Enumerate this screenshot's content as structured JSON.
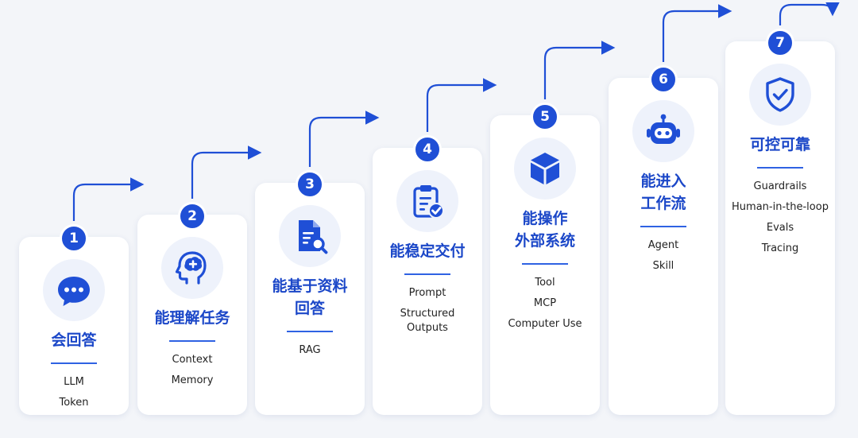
{
  "steps": [
    {
      "number": "1",
      "title": "会回答",
      "icon": "chat-bubble-icon",
      "items": [
        "LLM",
        "Token"
      ]
    },
    {
      "number": "2",
      "title": "能理解任务",
      "icon": "brain-head-icon",
      "items": [
        "Context",
        "Memory"
      ]
    },
    {
      "number": "3",
      "title": "能基于资料\n回答",
      "icon": "document-search-icon",
      "items": [
        "RAG"
      ]
    },
    {
      "number": "4",
      "title": "能稳定交付",
      "icon": "clipboard-check-icon",
      "items": [
        "Prompt",
        "Structured\nOutputs"
      ]
    },
    {
      "number": "5",
      "title": "能操作\n外部系统",
      "icon": "cube-icon",
      "items": [
        "Tool",
        "MCP",
        "Computer Use"
      ]
    },
    {
      "number": "6",
      "title": "能进入\n工作流",
      "icon": "robot-icon",
      "items": [
        "Agent",
        "Skill"
      ]
    },
    {
      "number": "7",
      "title": "可控可靠",
      "icon": "shield-check-icon",
      "items": [
        "Guardrails",
        "Human-in-the-loop",
        "Evals",
        "Tracing"
      ]
    }
  ],
  "colors": {
    "accent": "#1f4fd6",
    "title": "#1b47c8",
    "background": "#f3f5f9"
  }
}
